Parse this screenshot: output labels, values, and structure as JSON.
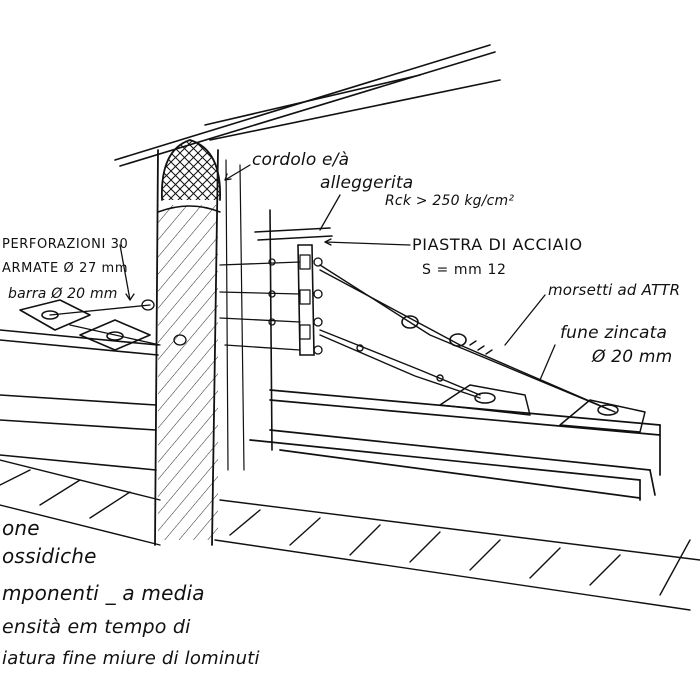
{
  "annotations": {
    "cordolo_line1": "cordolo e/à",
    "cordolo_line2": "alleggerita",
    "rck_value": "Rck > 250 kg/cm²",
    "piastra_line1": "PIASTRA DI ACCIAIO",
    "piastra_line2": "S = mm 12",
    "perforazioni_line1": "PERFORAZIONI 30",
    "perforazioni_line2": "ARMATE Ø 27 mm",
    "perforazioni_line3": "barra Ø 20 mm",
    "morsetti": "morsetti ad ATTR",
    "fune_line1": "fune zincata",
    "fune_line2": "Ø 20 mm",
    "bottom_line1": "one",
    "bottom_line2": "ossidiche",
    "bottom_line3": "mponenti _ a media",
    "bottom_line4": "ensità em tempo di",
    "bottom_line5": "iatura fine miure di lominuti"
  }
}
